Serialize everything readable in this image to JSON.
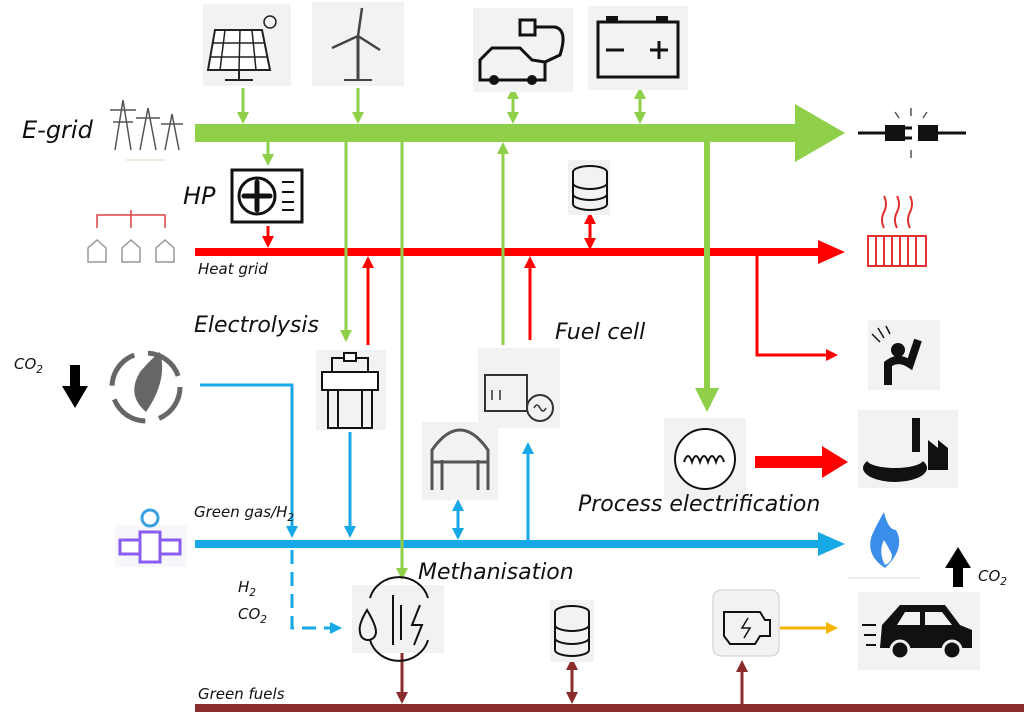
{
  "labels": {
    "egrid": "E-grid",
    "hp": "HP",
    "heat_grid": "Heat grid",
    "electrolysis": "Electrolysis",
    "fuel_cell": "Fuel cell",
    "co2_left": "CO",
    "co2_left_sub": "2",
    "green_gas": "Green gas/H",
    "green_gas_sub": "2",
    "h2": "H",
    "h2_sub": "2",
    "co2_mid": "CO",
    "co2_mid_sub": "2",
    "methanisation": "Methanisation",
    "process_electrification": "Process electrification",
    "green_fuels": "Green fuels",
    "co2_right": "CO",
    "co2_right_sub": "2"
  },
  "colors": {
    "electricity": "#8fcf4a",
    "heat": "#ff0000",
    "gas": "#16a9e6",
    "fuels": "#8b2c2c",
    "transport_link": "#f5b400",
    "co2_arrow": "#000000"
  },
  "icons": [
    "solar-panel-icon",
    "wind-turbine-icon",
    "electric-car-charging-icon",
    "battery-icon",
    "power-pylons-icon",
    "plug-icon",
    "heat-pump-icon",
    "storage-cylinder-icon",
    "houses-icon",
    "radiator-icon",
    "shower-icon",
    "carbon-cycle-leaf-icon",
    "electrolyser-icon",
    "fuel-cell-icon",
    "gas-tank-icon",
    "coil-heater-icon",
    "factory-icon",
    "gas-pipe-valve-icon",
    "flame-icon",
    "methanisation-icon",
    "engine-icon",
    "car-icon"
  ]
}
